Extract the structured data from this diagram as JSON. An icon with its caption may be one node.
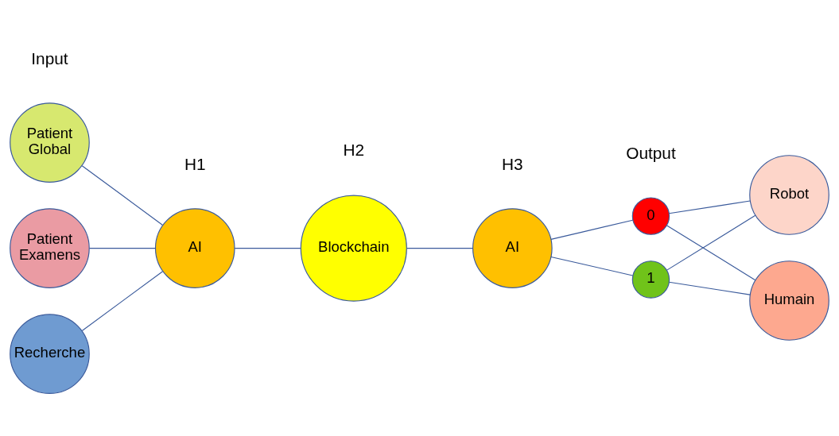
{
  "diagram": {
    "nodes": [
      {
        "text": [
          "Patient Global"
        ]
      },
      {
        "text": [
          "Patient Examens"
        ]
      },
      {
        "text": [
          "Recherche"
        ]
      },
      {
        "text": [
          "AI"
        ]
      },
      {
        "text": [
          "Blockchain"
        ]
      },
      {
        "text": [
          "AI"
        ]
      },
      {
        "text": [
          "0"
        ]
      },
      {
        "text": [
          "1"
        ]
      },
      {
        "text": [
          "Robot"
        ]
      },
      {
        "text": [
          "Humain"
        ]
      }
    ],
    "edges": [
      {
        "from": 0,
        "to": 3,
        "arrow": "none"
      },
      {
        "from": 1,
        "to": 3,
        "arrow": "none"
      },
      {
        "from": 2,
        "to": 3,
        "arrow": "none"
      },
      {
        "from": 3,
        "to": 4,
        "arrow": "none"
      },
      {
        "from": 4,
        "to": 5,
        "arrow": "none"
      },
      {
        "from": 5,
        "to": 6,
        "arrow": "none"
      },
      {
        "from": 5,
        "to": 7,
        "arrow": "none"
      },
      {
        "from": 6,
        "to": 8,
        "arrow": "none"
      },
      {
        "from": 6,
        "to": 9,
        "arrow": "none"
      },
      {
        "from": 7,
        "to": 8,
        "arrow": "none"
      },
      {
        "from": 7,
        "to": 9,
        "arrow": "none"
      }
    ],
    "labels": [
      "Input",
      "H1",
      "H2",
      "H3",
      "Output"
    ]
  }
}
